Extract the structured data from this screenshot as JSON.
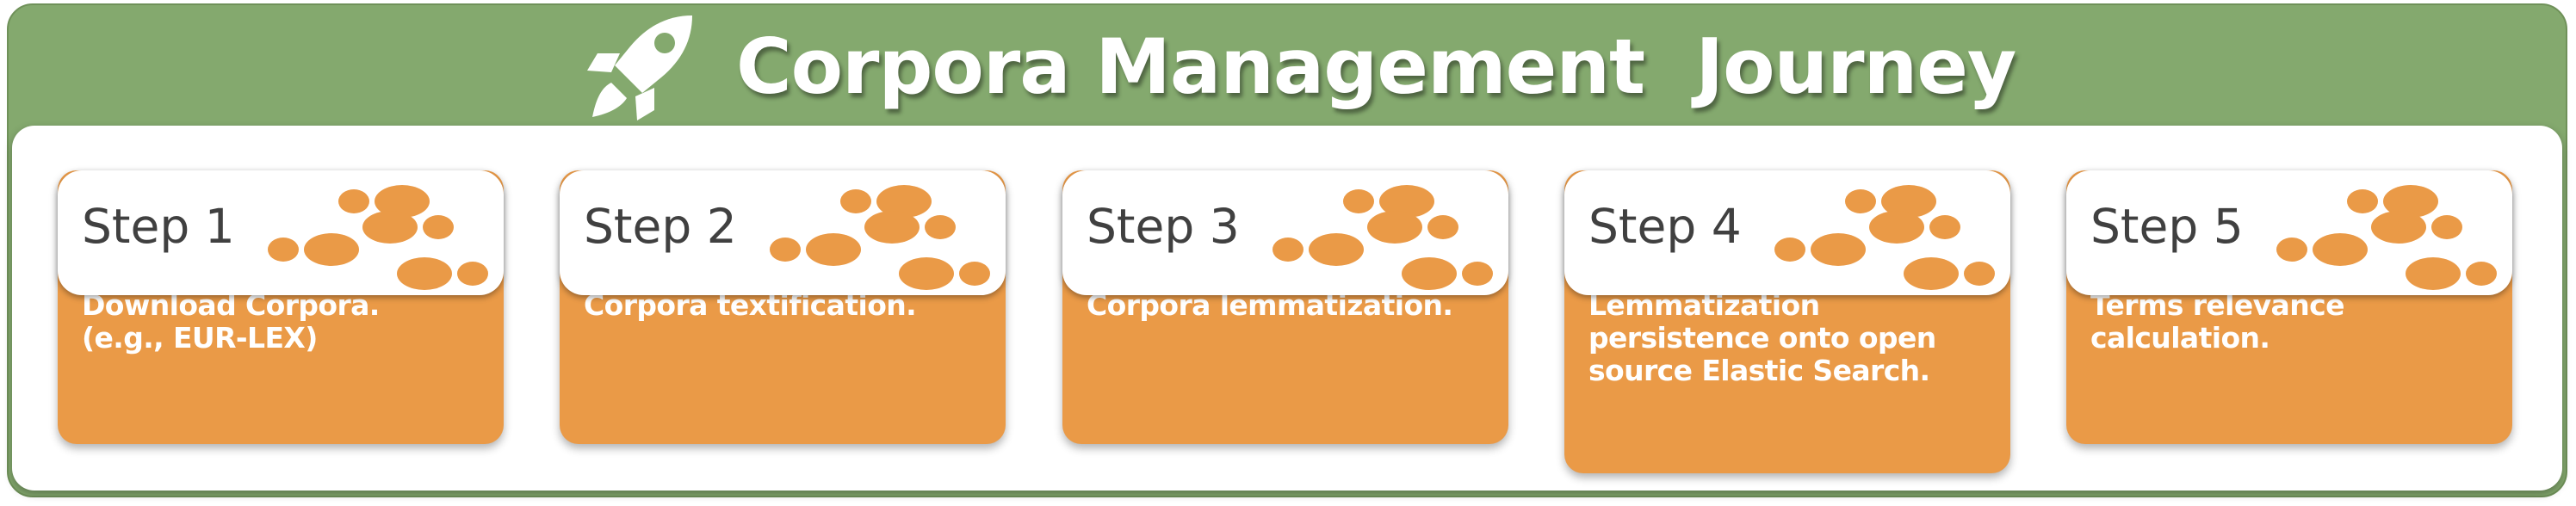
{
  "header": {
    "title": "Corpora Management  Journey",
    "icon": "rocket-icon"
  },
  "colors": {
    "header_green": "#84a96e",
    "step_orange": "#ea9a47",
    "step_text": "#ffffff",
    "label_gray": "#404040"
  },
  "steps": [
    {
      "label": "Step 1",
      "lines": [
        "Download Corpora.",
        "(e.g., EUR-LEX)"
      ],
      "icon": "footprints-icon"
    },
    {
      "label": "Step 2",
      "lines": [
        "Corpora textification."
      ],
      "icon": "footprints-icon"
    },
    {
      "label": "Step 3",
      "lines": [
        "Corpora lemmatization."
      ],
      "icon": "footprints-icon"
    },
    {
      "label": "Step 4",
      "lines": [
        "Lemmatization",
        "persistence onto open",
        "source Elastic Search."
      ],
      "icon": "footprints-icon"
    },
    {
      "label": "Step 5",
      "lines": [
        "Terms relevance",
        "calculation."
      ],
      "icon": "footprints-icon"
    }
  ]
}
